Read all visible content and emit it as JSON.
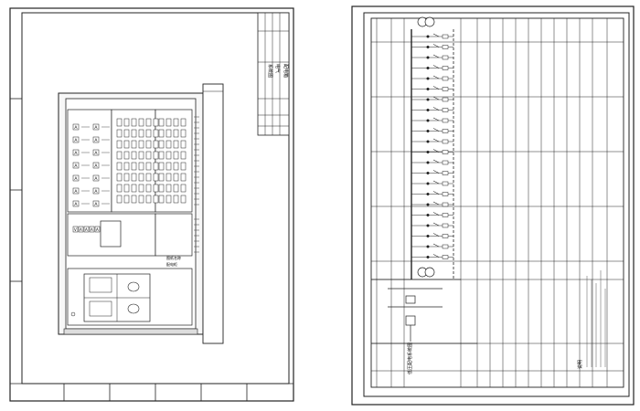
{
  "left_sheet": {
    "meter_labels": [
      "V",
      "A",
      "A",
      "A",
      "A"
    ],
    "indicator_labels": [
      "A",
      "A",
      "A",
      "A",
      "A",
      "A",
      "A",
      "A",
      "A",
      "A",
      "A",
      "A",
      "A",
      "A"
    ],
    "panel_vertical_text": [
      "图纸名称",
      "配电柜"
    ],
    "title_block_text": [
      "配电箱",
      "电气",
      "系统图"
    ]
  },
  "right_sheet": {
    "notes_heading": "说明",
    "section_label": "低压配电系统图"
  }
}
